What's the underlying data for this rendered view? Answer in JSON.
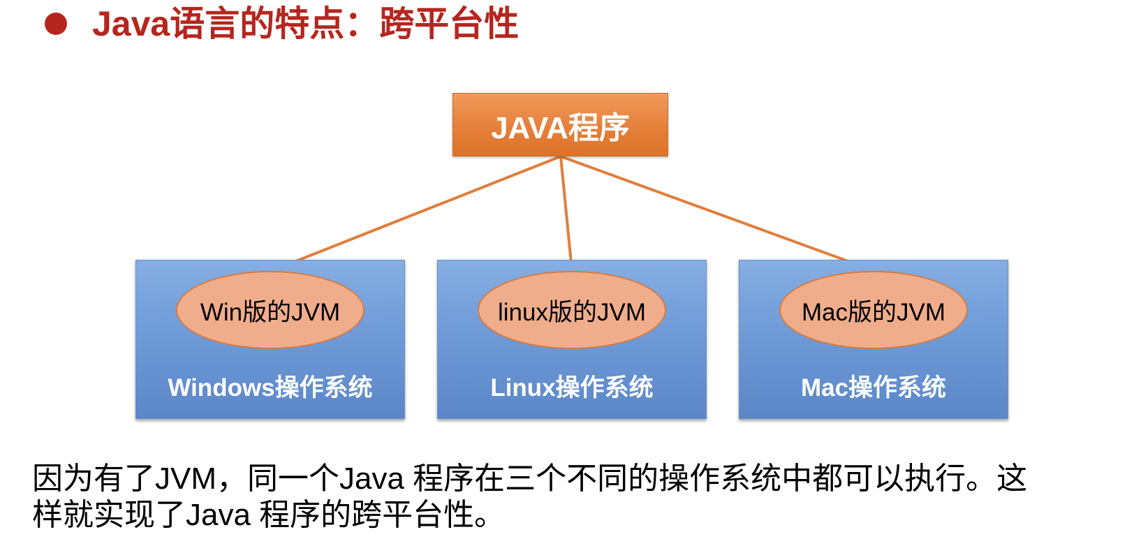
{
  "title": {
    "text": "Java语言的特点：跨平台性"
  },
  "diagram": {
    "root": {
      "label": "JAVA程序"
    },
    "platforms": [
      {
        "jvm_label": "Win版的JVM",
        "os_label": "Windows操作系统"
      },
      {
        "jvm_label": "linux版的JVM",
        "os_label": "Linux操作系统"
      },
      {
        "jvm_label": "Mac版的JVM",
        "os_label": "Mac操作系统"
      }
    ],
    "colors": {
      "root_fill": "#e5803a",
      "os_fill": "#6f9bd8",
      "jvm_fill": "#f0ad8c",
      "arrow": "#e07e3c",
      "title": "#b5261e"
    }
  },
  "description": {
    "line1": "因为有了JVM，同一个Java 程序在三个不同的操作系统中都可以执行。这",
    "line2": "样就实现了Java 程序的跨平台性。"
  }
}
